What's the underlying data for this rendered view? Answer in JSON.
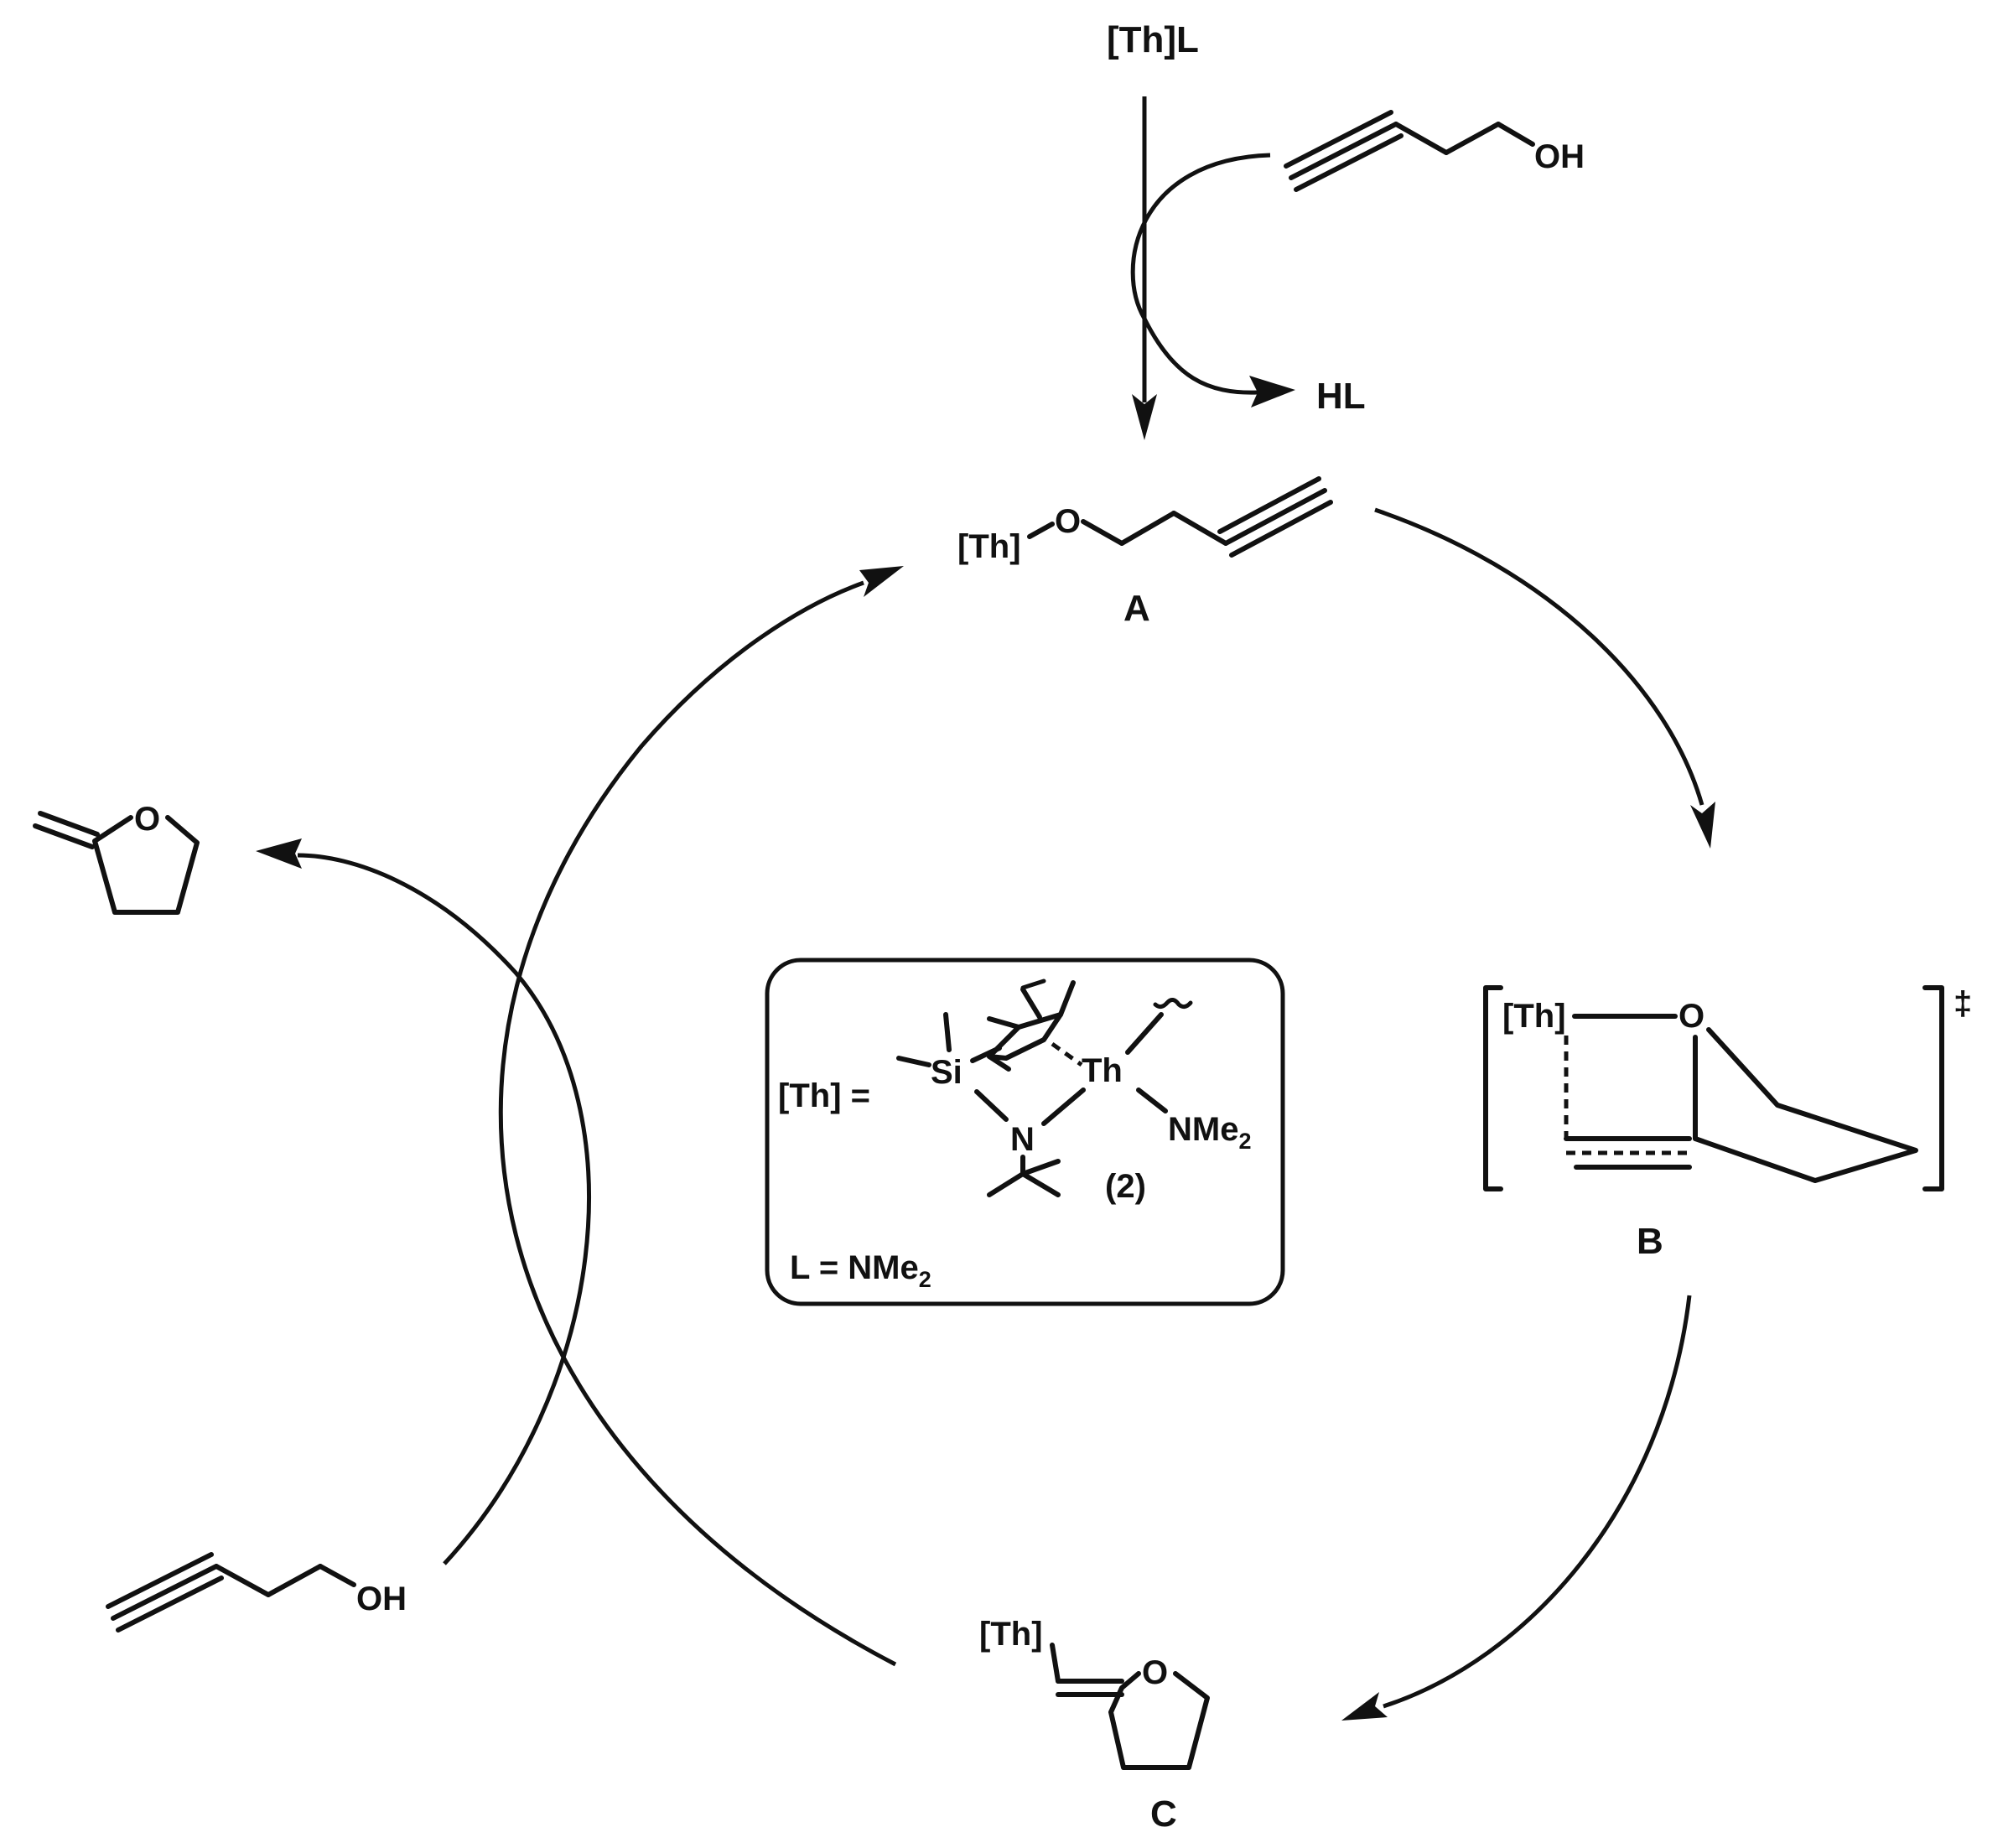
{
  "reagent": {
    "label": "[Th]L"
  },
  "substrate": {
    "oh": "OH"
  },
  "byproduct": {
    "label": "HL"
  },
  "intermediate_a": {
    "th": "[Th]",
    "o": "O",
    "id": "A"
  },
  "transition_state_b": {
    "th": "[Th]",
    "o": "O",
    "dagger": "‡",
    "id": "B"
  },
  "intermediate_c": {
    "th": "[Th]",
    "o": "O",
    "id": "C"
  },
  "product": {
    "o": "O"
  },
  "incoming_substrate": {
    "oh": "OH"
  },
  "catalyst_box": {
    "th_equals": "[Th] =",
    "si": "Si",
    "th": "Th",
    "n": "N",
    "nme": "NMe",
    "nme_sub": "2",
    "compound_number": "(2)",
    "l_equals": "L = NMe",
    "l_sub": "2"
  },
  "colors": {
    "ink": "#111111",
    "background": "#ffffff"
  }
}
